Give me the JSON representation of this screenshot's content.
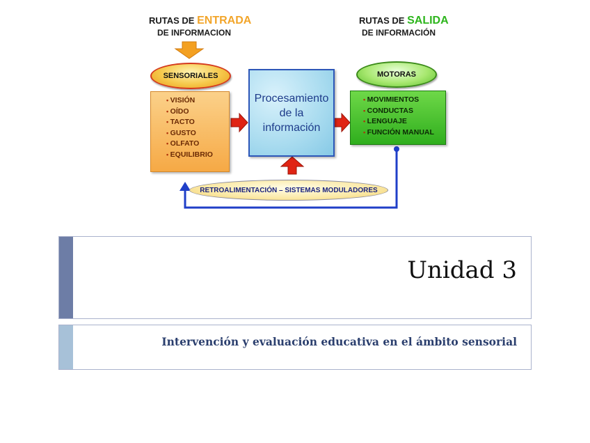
{
  "diagram": {
    "entrada_heading": {
      "prefix": "RUTAS DE",
      "highlight": "ENTRADA",
      "line2": "DE INFORMACION",
      "highlight_color": "#f2a52a"
    },
    "salida_heading": {
      "prefix": "RUTAS DE",
      "highlight": "SALIDA",
      "line2": "DE INFORMACIÓN",
      "highlight_color": "#2db51c"
    },
    "input_oval": "SENSORIALES",
    "output_oval": "MOTORAS",
    "sensory_items": [
      "VISIÓN",
      "OÍDO",
      "TACTO",
      "GUSTO",
      "OLFATO",
      "EQUILIBRIO"
    ],
    "motor_items": [
      "MOVIMIENTOS",
      "CONDUCTAS",
      "LENGUAJE",
      "FUNCIÓN MANUAL"
    ],
    "processing_box": {
      "line1": "Procesamiento",
      "line2": "de la",
      "line3": "información"
    },
    "feedback_label": "RETROALIMENTACIÓN – SISTEMAS MODULADORES",
    "colors": {
      "arrow_red": "#e02414",
      "arrow_orange": "#f3a021",
      "feedback_blue": "#1f3fc8"
    }
  },
  "slide": {
    "title": "Unidad 3",
    "subtitle": "Intervención y evaluación educativa en el ámbito sensorial"
  }
}
